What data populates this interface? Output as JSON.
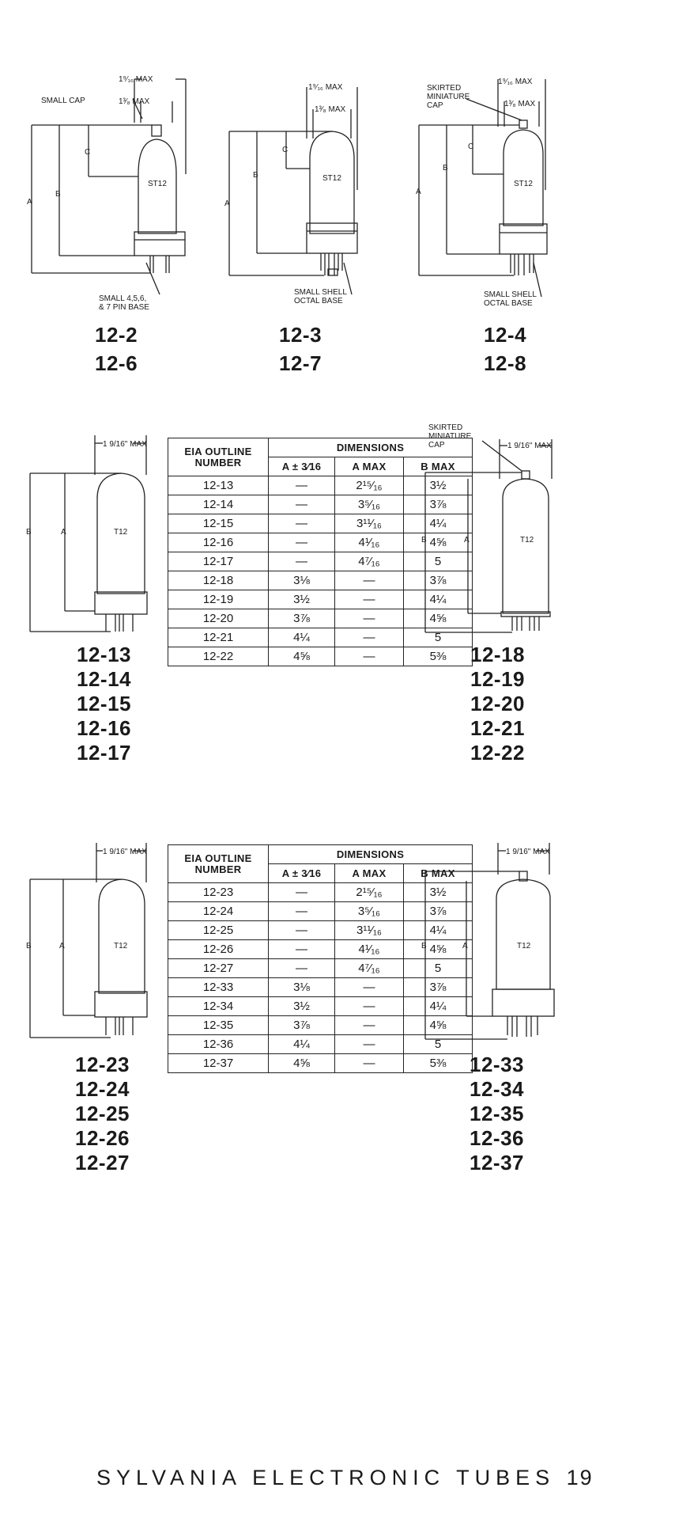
{
  "top_row": [
    {
      "bulb": "ST12",
      "cap": "SMALL CAP",
      "base": [
        "SMALL 4,5,6,",
        "& 7 PIN BASE"
      ],
      "dim1": "1 9/16\" MAX",
      "dim2": "1 3/8\" MAX",
      "labels": [
        "12-2",
        "12-6"
      ]
    },
    {
      "bulb": "ST12",
      "base": [
        "SMALL SHELL",
        "OCTAL BASE"
      ],
      "dim1": "1 9/16\" MAX",
      "dim2": "1 3/8\" MAX",
      "labels": [
        "12-3",
        "12-7"
      ]
    },
    {
      "bulb": "ST12",
      "cap": [
        "SKIRTED",
        "MINIATURE",
        "CAP"
      ],
      "base": [
        "SMALL SHELL",
        "OCTAL BASE"
      ],
      "dim1": "1 9/16\" MAX",
      "dim2": "1 3/8\" MAX",
      "labels": [
        "12-4",
        "12-8"
      ]
    }
  ],
  "letters": {
    "a": "A",
    "b": "B",
    "c": "C"
  },
  "middle": {
    "left_tube": {
      "bulb": "T12",
      "dim": "1 9/16\" MAX",
      "labels": [
        "12-13",
        "12-14",
        "12-15",
        "12-16",
        "12-17"
      ]
    },
    "right_tube": {
      "bulb": "T12",
      "cap": [
        "SKIRTED",
        "MINIATURE",
        "CAP"
      ],
      "dim": "1 9/16\" MAX",
      "labels": [
        "12-18",
        "12-19",
        "12-20",
        "12-21",
        "12-22"
      ]
    },
    "table": {
      "header_eia": "EIA OUTLINE NUMBER",
      "header_dims": "DIMENSIONS",
      "columns": [
        "A ± 3⁄16",
        "A MAX",
        "B MAX"
      ],
      "rows": [
        [
          "12-13",
          "—",
          "2¹⁵⁄₁₆",
          "3½"
        ],
        [
          "12-14",
          "—",
          "3⁵⁄₁₆",
          "3⅞"
        ],
        [
          "12-15",
          "—",
          "3¹¹⁄₁₆",
          "4¼"
        ],
        [
          "12-16",
          "—",
          "4¹⁄₁₆",
          "4⅝"
        ],
        [
          "12-17",
          "—",
          "4⁷⁄₁₆",
          "5"
        ],
        [
          "12-18",
          "3⅛",
          "—",
          "3⅞"
        ],
        [
          "12-19",
          "3½",
          "—",
          "4¼"
        ],
        [
          "12-20",
          "3⅞",
          "—",
          "4⅝"
        ],
        [
          "12-21",
          "4¼",
          "—",
          "5"
        ],
        [
          "12-22",
          "4⅝",
          "—",
          "5⅜"
        ]
      ]
    }
  },
  "bottom": {
    "left_tube": {
      "bulb": "T12",
      "dim": "1 9/16\" MAX",
      "labels": [
        "12-23",
        "12-24",
        "12-25",
        "12-26",
        "12-27"
      ]
    },
    "right_tube": {
      "bulb": "T12",
      "dim": "1 9/16\" MAX",
      "labels": [
        "12-33",
        "12-34",
        "12-35",
        "12-36",
        "12-37"
      ]
    },
    "table": {
      "header_eia": "EIA OUTLINE NUMBER",
      "header_dims": "DIMENSIONS",
      "columns": [
        "A ± 3⁄16",
        "A MAX",
        "B MAX"
      ],
      "rows": [
        [
          "12-23",
          "—",
          "2¹⁵⁄₁₆",
          "3½"
        ],
        [
          "12-24",
          "—",
          "3⁵⁄₁₆",
          "3⅞"
        ],
        [
          "12-25",
          "—",
          "3¹¹⁄₁₆",
          "4¼"
        ],
        [
          "12-26",
          "—",
          "4¹⁄₁₆",
          "4⅝"
        ],
        [
          "12-27",
          "—",
          "4⁷⁄₁₆",
          "5"
        ],
        [
          "12-33",
          "3⅛",
          "—",
          "3⅞"
        ],
        [
          "12-34",
          "3½",
          "—",
          "4¼"
        ],
        [
          "12-35",
          "3⅞",
          "—",
          "4⅝"
        ],
        [
          "12-36",
          "4¼",
          "—",
          "5"
        ],
        [
          "12-37",
          "4⅝",
          "—",
          "5⅜"
        ]
      ]
    }
  },
  "footer": {
    "title": "SYLVANIA ELECTRONIC TUBES",
    "page": "19"
  }
}
